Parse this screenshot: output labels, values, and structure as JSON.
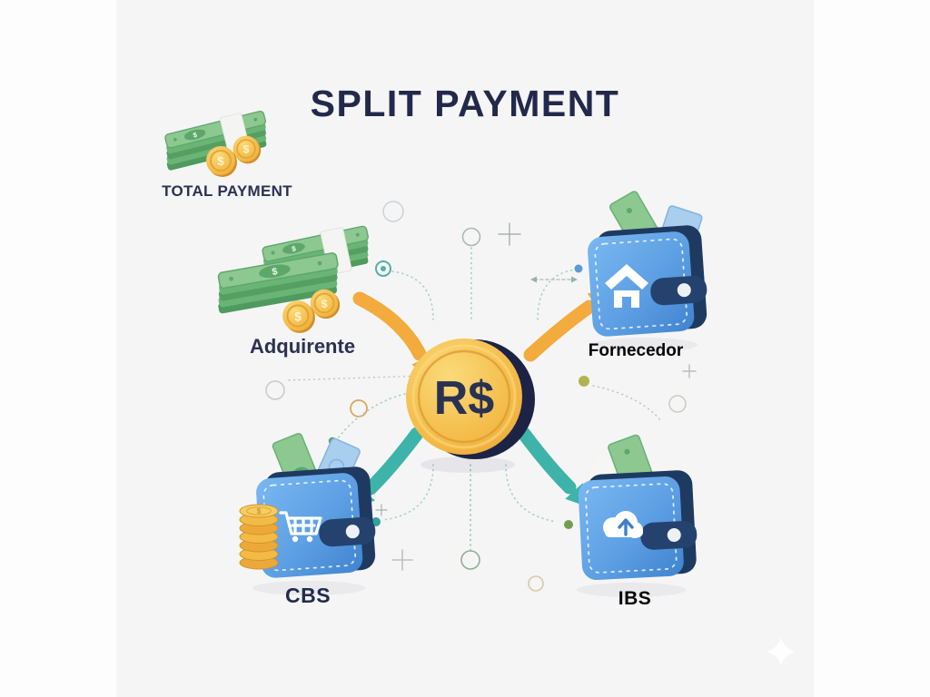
{
  "title": "SPLIT PAYMENT",
  "glyphs": {
    "dollar": "$"
  },
  "nodes": {
    "total_payment": {
      "label": "TOTAL PAYMENT"
    },
    "adquirente": {
      "label": "Adquirente"
    },
    "coin": {
      "label": "R$"
    },
    "fornecedor": {
      "label": "Fornecedor"
    },
    "cbs": {
      "label": "CBS"
    },
    "ibs": {
      "label": "IBS"
    }
  },
  "flows": [
    {
      "from": "Adquirente",
      "to": "R$",
      "color": "#f2ab3c"
    },
    {
      "from": "R$",
      "to": "Fornecedor",
      "color": "#f2ab3c"
    },
    {
      "from": "R$",
      "to": "CBS",
      "color": "#3eb3a9"
    },
    {
      "from": "R$",
      "to": "IBS",
      "color": "#3eb3a9"
    }
  ],
  "colors": {
    "background_panel": "#f5f5f6",
    "title_navy": "#23294b",
    "label_navy": "#2b3152",
    "label_black": "#050505",
    "arrow_orange": "#f2ab3c",
    "arrow_teal": "#3eb3a9",
    "coin_gold": "#f3bc4a",
    "coin_edge_navy": "#1c2344",
    "wallet_blue": "#5d9fe3",
    "wallet_strap_navy": "#25426f",
    "money_green": "#8cc88f",
    "money_blue": "#a9ceee"
  }
}
